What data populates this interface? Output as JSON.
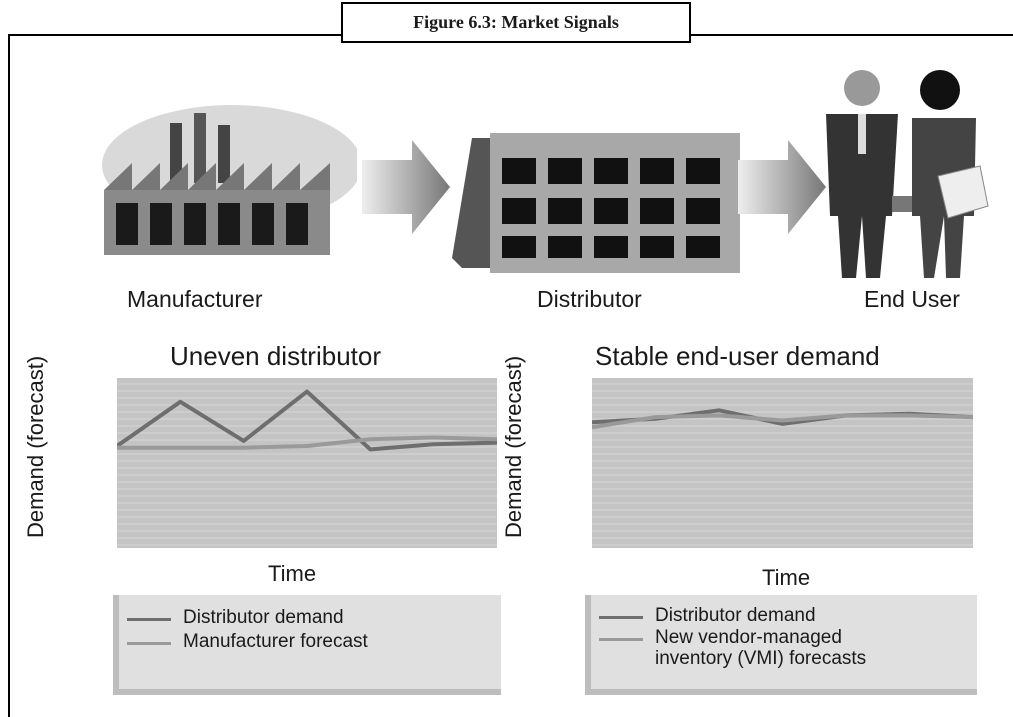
{
  "figure": {
    "caption": "Figure 6.3: Market Signals"
  },
  "entities": {
    "manufacturer": "Manufacturer",
    "distributor": "Distributor",
    "end_user": "End User"
  },
  "colors": {
    "distributor_demand": "#6e6e6e",
    "manufacturer_forecast": "#9a9a9a",
    "plot_bg": "#c4c4c4",
    "legend_bg": "#e0e0e0"
  },
  "chart_data": [
    {
      "type": "line",
      "title": "Uneven distributor",
      "xlabel": "Time",
      "ylabel": "Demand (forecast)",
      "grid": true,
      "x": [
        0,
        1,
        2,
        3,
        4,
        5,
        6
      ],
      "ylim": [
        0,
        10
      ],
      "series": [
        {
          "name": "Distributor demand",
          "values": [
            6.0,
            8.6,
            6.3,
            9.2,
            5.8,
            6.1,
            6.2
          ],
          "x": [
            0,
            1,
            2,
            3,
            4,
            5,
            6
          ]
        },
        {
          "name": "Manufacturer forecast",
          "values": [
            5.9,
            5.9,
            5.9,
            6.0,
            6.4,
            6.5,
            6.4
          ],
          "x": [
            0,
            1,
            2,
            3,
            4,
            5,
            6
          ]
        }
      ],
      "legend": [
        "Distributor demand",
        "Manufacturer forecast"
      ]
    },
    {
      "type": "line",
      "title": "Stable end-user demand",
      "xlabel": "Time",
      "ylabel": "Demand (forecast)",
      "grid": true,
      "x": [
        0,
        1,
        2,
        3,
        4,
        5,
        6
      ],
      "ylim": [
        0,
        10
      ],
      "series": [
        {
          "name": "Distributor demand",
          "values": [
            7.4,
            7.6,
            8.1,
            7.3,
            7.8,
            7.9,
            7.7
          ],
          "x": [
            0,
            1,
            2,
            3,
            4,
            5,
            6
          ]
        },
        {
          "name": "New vendor-managed inventory (VMI) forecasts",
          "values": [
            7.1,
            7.7,
            7.8,
            7.5,
            7.8,
            7.8,
            7.7
          ],
          "x": [
            0,
            1,
            2,
            3,
            4,
            5,
            6
          ]
        }
      ],
      "legend": [
        "Distributor demand",
        "New vendor-managed\ninventory (VMI) forecasts"
      ]
    }
  ]
}
